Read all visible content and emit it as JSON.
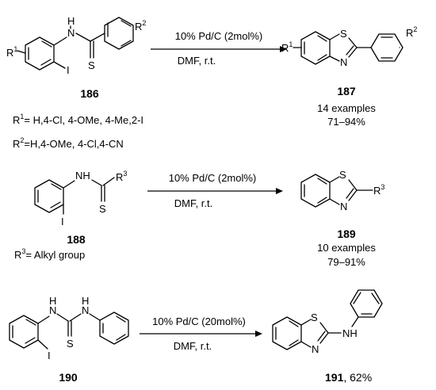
{
  "reactions": [
    {
      "reactant_number": "186",
      "product_number": "187",
      "reagent": "10% Pd/C (2mol%)",
      "solvent": "DMF, r.t.",
      "examples": "14 examples",
      "yield": "71–94%",
      "substituents": [
        {
          "symbol": "R",
          "sup": "1",
          "text": "= H,4-Cl, 4-OMe, 4-Me,2-I"
        },
        {
          "symbol": "R",
          "sup": "2",
          "text": "=H,4-OMe, 4-Cl,4-CN"
        }
      ]
    },
    {
      "reactant_number": "188",
      "product_number": "189",
      "reagent": "10% Pd/C (2mol%)",
      "solvent": "DMF, r.t.",
      "examples": "10 examples",
      "yield": "79–91%",
      "substituents": [
        {
          "symbol": "R",
          "sup": "3",
          "text": "= Alkyl group"
        }
      ]
    },
    {
      "reactant_number": "190",
      "product_number": "191",
      "product_yield": ", 62%",
      "reagent": "10% Pd/C (20mol%)",
      "solvent": "DMF, r.t."
    }
  ],
  "atoms": {
    "N": "N",
    "NH": "NH",
    "H": "H",
    "S": "S",
    "I": "I",
    "R": "R",
    "r1": "1",
    "r2": "2",
    "r3": "3"
  }
}
